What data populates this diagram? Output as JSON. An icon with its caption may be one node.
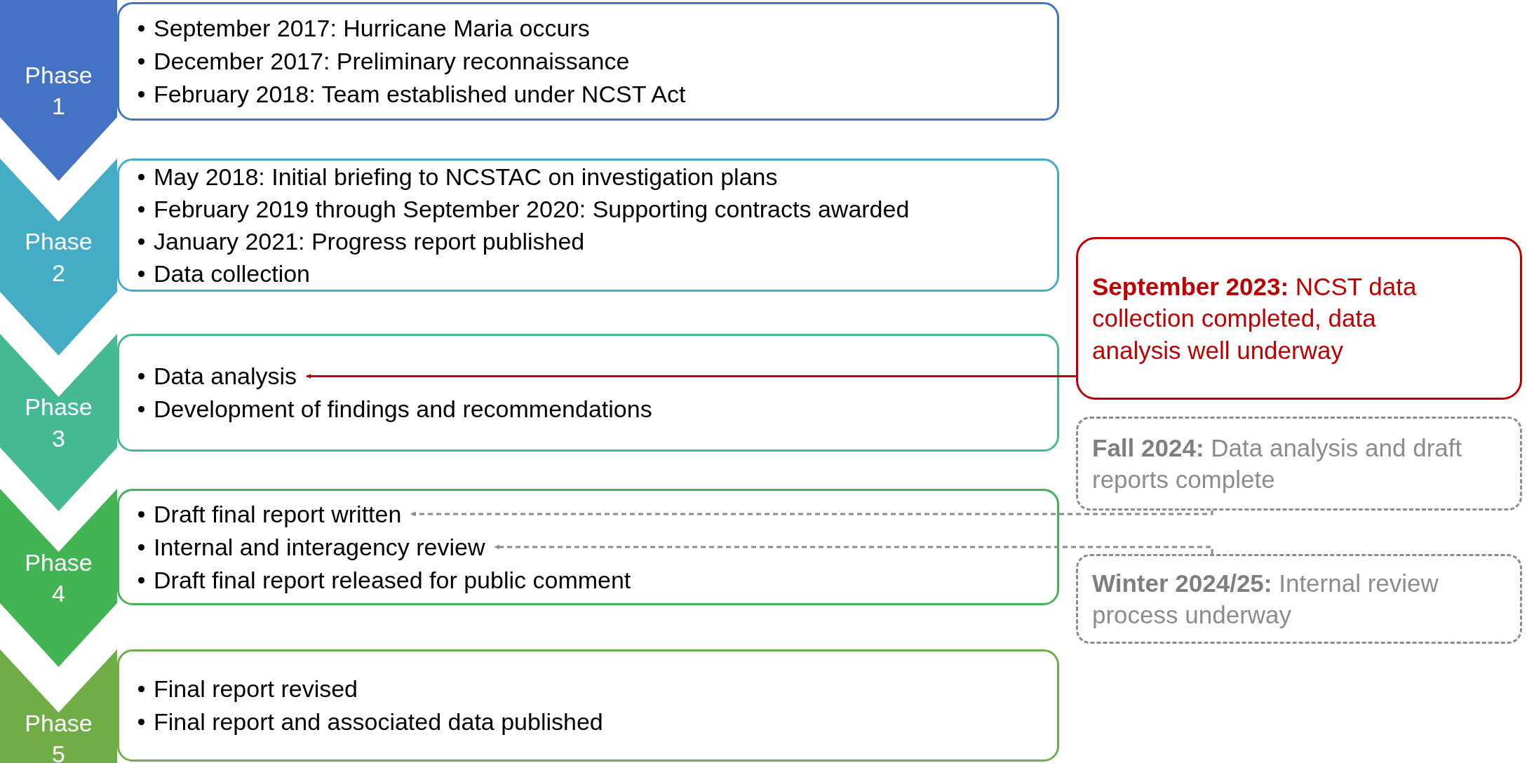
{
  "diagram": {
    "nodes": [
      {
        "text": [
          "Phase 1"
        ]
      },
      {
        "text": [],
        "shape": "box"
      },
      {
        "text": [
          "September 2017: Hurricane Maria occurs"
        ],
        "in": 1
      },
      {
        "text": [
          "December 2017: Preliminary reconnaissance"
        ],
        "in": 1
      },
      {
        "text": [
          "February 2018: Team established under NCST Act"
        ],
        "in": 1
      },
      {
        "text": [
          "Phase 2"
        ]
      },
      {
        "text": [],
        "shape": "box"
      },
      {
        "text": [
          "May 2018: Initial briefing to NCSTAC on investigation plans"
        ],
        "in": 6
      },
      {
        "text": [
          "February 2019 through September 2020: Supporting contracts awarded"
        ],
        "in": 6
      },
      {
        "text": [
          "January 2021: Progress report published"
        ],
        "in": 6
      },
      {
        "text": [
          "Data collection"
        ],
        "in": 6
      },
      {
        "text": [
          "Phase 3"
        ]
      },
      {
        "text": [],
        "shape": "box"
      },
      {
        "text": [
          "Data analysis"
        ],
        "in": 12
      },
      {
        "text": [
          "Development of findings and recommendations"
        ],
        "in": 12
      },
      {
        "text": [
          "Phase 4"
        ]
      },
      {
        "text": [],
        "shape": "box"
      },
      {
        "text": [
          "Draft final report written"
        ],
        "in": 16
      },
      {
        "text": [
          "Internal and interagency review"
        ],
        "in": 16
      },
      {
        "text": [
          "Draft final report released for public comment"
        ],
        "in": 16
      },
      {
        "text": [
          "Phase 5"
        ]
      },
      {
        "text": [],
        "shape": "box"
      },
      {
        "text": [
          "Final report revised"
        ],
        "in": 21
      },
      {
        "text": [
          "Final report and associated data published"
        ],
        "in": 21
      },
      {
        "text": [
          "**September 2023:** NCST data collection completed, data analysis well underway"
        ]
      },
      {
        "text": [
          "**Fall 2024:** Data analysis and draft reports complete"
        ]
      },
      {
        "text": [
          "**Winter 2024/25:** Internal review process underway"
        ]
      }
    ],
    "edges": [
      {
        "from": 24,
        "to": 13,
        "arrow": "to",
        "color": "#c00000"
      },
      {
        "from": 25,
        "to": 17,
        "arrow": "to",
        "style": "dashed",
        "color": "#8c8c8c"
      },
      {
        "from": 26,
        "to": 18,
        "arrow": "to",
        "style": "dashed",
        "color": "#8c8c8c"
      }
    ]
  }
}
